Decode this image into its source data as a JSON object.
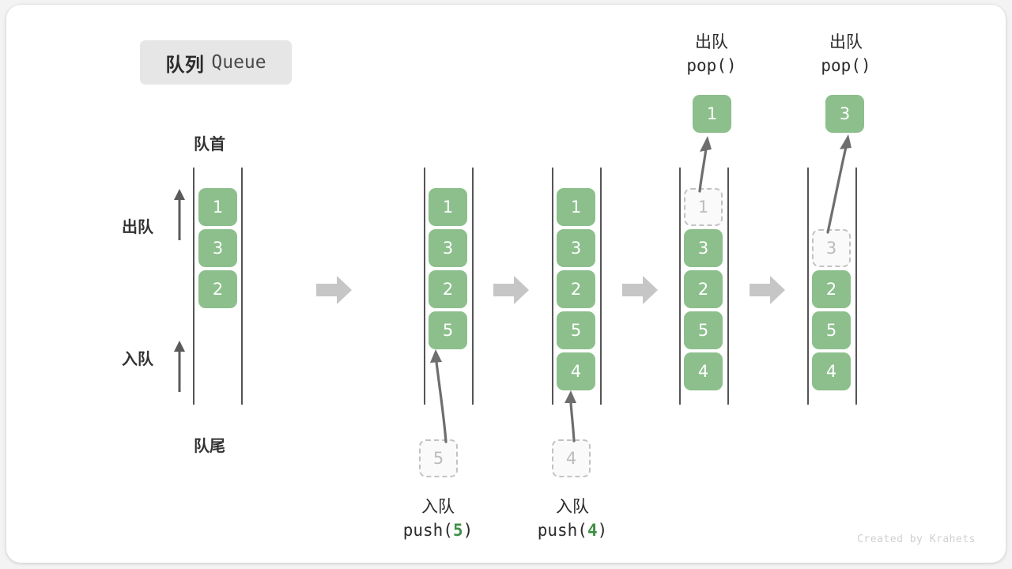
{
  "title": {
    "cn": "队列",
    "en": "Queue"
  },
  "labels": {
    "head": "队首",
    "tail": "队尾",
    "dequeue": "出队",
    "enqueue": "入队"
  },
  "colors": {
    "element_fill": "#8cbf8c",
    "element_text": "#ffffff",
    "ghost_border": "#c2c2c2",
    "ghost_text": "#bcbcbc",
    "rail": "#555555",
    "flow_arrow": "#c6c6c6",
    "accent_arg": "#3f8f45",
    "chip_bg": "#e6e6e6"
  },
  "columns": [
    {
      "id": "initial",
      "name": "initial-queue",
      "elements": [
        "1",
        "3",
        "2"
      ],
      "ghost": null,
      "caption": null
    },
    {
      "id": "after-push-5",
      "name": "queue-after-push-5",
      "elements": [
        "1",
        "3",
        "2",
        "5"
      ],
      "ghost": null,
      "caption": {
        "line1": "入队",
        "fn_prefix": "push(",
        "arg": "5",
        "fn_suffix": ")",
        "incoming_value": "5"
      }
    },
    {
      "id": "after-push-4",
      "name": "queue-after-push-4",
      "elements": [
        "1",
        "3",
        "2",
        "5",
        "4"
      ],
      "ghost": null,
      "caption": {
        "line1": "入队",
        "fn_prefix": "push(",
        "arg": "4",
        "fn_suffix": ")",
        "incoming_value": "4"
      }
    },
    {
      "id": "pop-1",
      "name": "queue-pop-1",
      "elements": [
        "3",
        "2",
        "5",
        "4"
      ],
      "ghost": "1",
      "caption": {
        "line1": "出队",
        "fn_prefix": "pop(",
        "arg": "",
        "fn_suffix": ")",
        "popped_value": "1"
      }
    },
    {
      "id": "pop-3",
      "name": "queue-pop-3",
      "elements": [
        "2",
        "5",
        "4"
      ],
      "ghost": "3",
      "caption": {
        "line1": "出队",
        "fn_prefix": "pop(",
        "arg": "",
        "fn_suffix": ")",
        "popped_value": "3"
      }
    }
  ],
  "popped": [
    {
      "value": "1",
      "caption_cn": "出队",
      "caption_fn": "pop()"
    },
    {
      "value": "3",
      "caption_cn": "出队",
      "caption_fn": "pop()"
    }
  ],
  "pushed": [
    {
      "value": "5",
      "caption_cn": "入队",
      "fn_prefix": "push(",
      "arg": "5",
      "fn_suffix": ")"
    },
    {
      "value": "4",
      "caption_cn": "入队",
      "fn_prefix": "push(",
      "arg": "4",
      "fn_suffix": ")"
    }
  ],
  "watermark": "Created by Krahets"
}
